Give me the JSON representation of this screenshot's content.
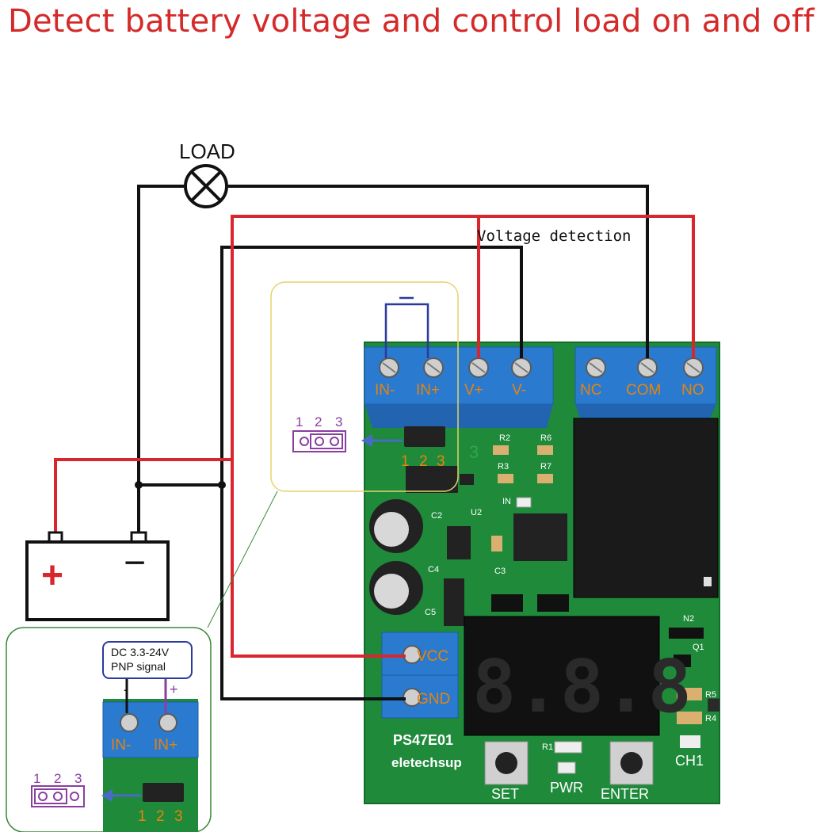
{
  "title": "Detect battery voltage and control load on and off",
  "labels": {
    "load": "LOAD",
    "voltage_detection": "Voltage detection",
    "battery_plus": "+",
    "battery_minus": "−",
    "terminals_top": [
      "IN-",
      "IN+",
      "V+",
      "V-"
    ],
    "relay_terminals": [
      "NC",
      "COM",
      "NO"
    ],
    "jumper_pins_left": [
      "1",
      "2",
      "3"
    ],
    "jumper_pins_board": [
      "1",
      "2",
      "3"
    ],
    "power_terminals": [
      "VCC",
      "GND"
    ],
    "model": "PS47E01",
    "brand": "eletechsup",
    "buttons": [
      "SET",
      "PWR",
      "ENTER"
    ],
    "indicator": "CH1",
    "silkscreen": [
      "R2",
      "R6",
      "R3",
      "R7",
      "IN",
      "C2",
      "U2",
      "C3",
      "C4",
      "R1",
      "N2",
      "Q1",
      "R5",
      "R4",
      "C5",
      "3"
    ],
    "display": "8.8.8.",
    "inset_signal": [
      "DC 3.3-24V",
      "PNP signal"
    ],
    "inset_signs": [
      "-",
      "+"
    ],
    "inset_terminals": [
      "IN-",
      "IN+"
    ],
    "inset_jumper_pins": [
      "1",
      "2",
      "3"
    ],
    "inset_board_pins": [
      "1",
      "2",
      "3"
    ]
  },
  "colors": {
    "title": "#d42a2a",
    "wire_red": "#d8262e",
    "wire_black": "#111111",
    "wire_blue": "#2b3a9c",
    "pcb": "#1f8a3a",
    "terminal": "#2a7bd0",
    "relay": "#1a1a1a",
    "label_orange": "#e8820c",
    "jumper_purple": "#8a3fa0"
  }
}
